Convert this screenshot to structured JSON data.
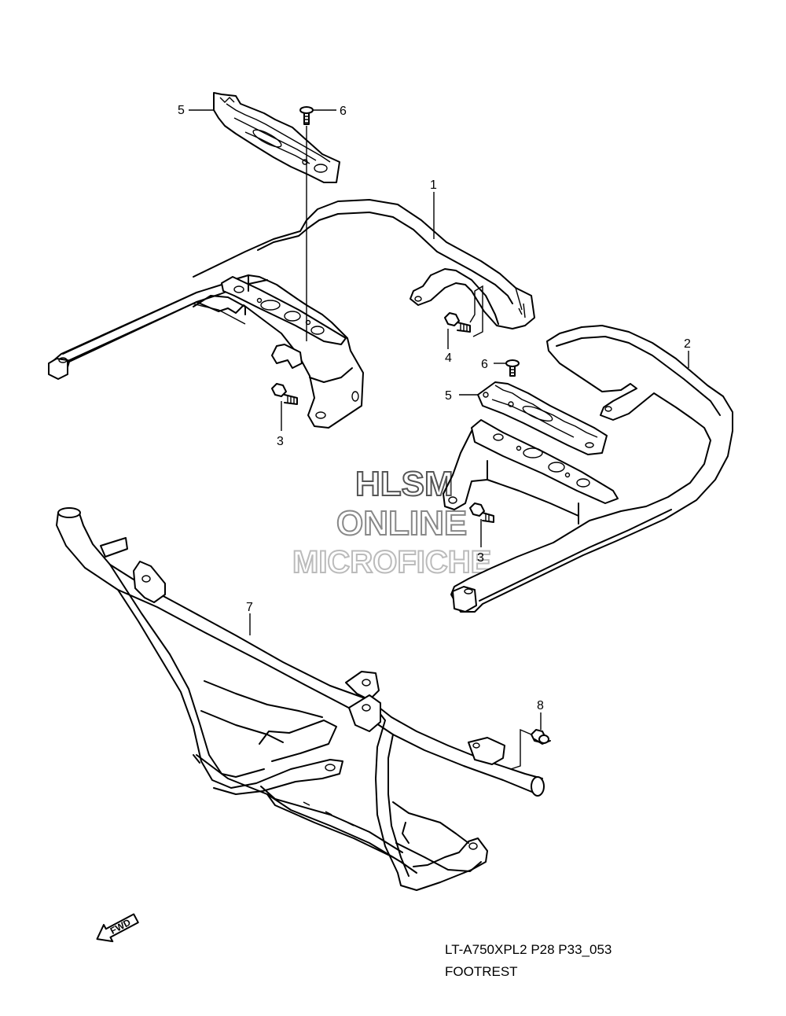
{
  "diagram": {
    "callouts": {
      "c1": "1",
      "c2": "2",
      "c3a": "3",
      "c3b": "3",
      "c4": "4",
      "c5a": "5",
      "c5b": "5",
      "c6a": "6",
      "c6b": "6",
      "c7": "7",
      "c8": "8"
    },
    "watermark": {
      "line1": "HLSM",
      "line2": "ONLINE",
      "line3": "MICROFICHE"
    },
    "fwd_label": "FWD",
    "caption": {
      "code": "LT-A750XPL2 P28 P33_053",
      "title": "FOOTREST"
    }
  }
}
